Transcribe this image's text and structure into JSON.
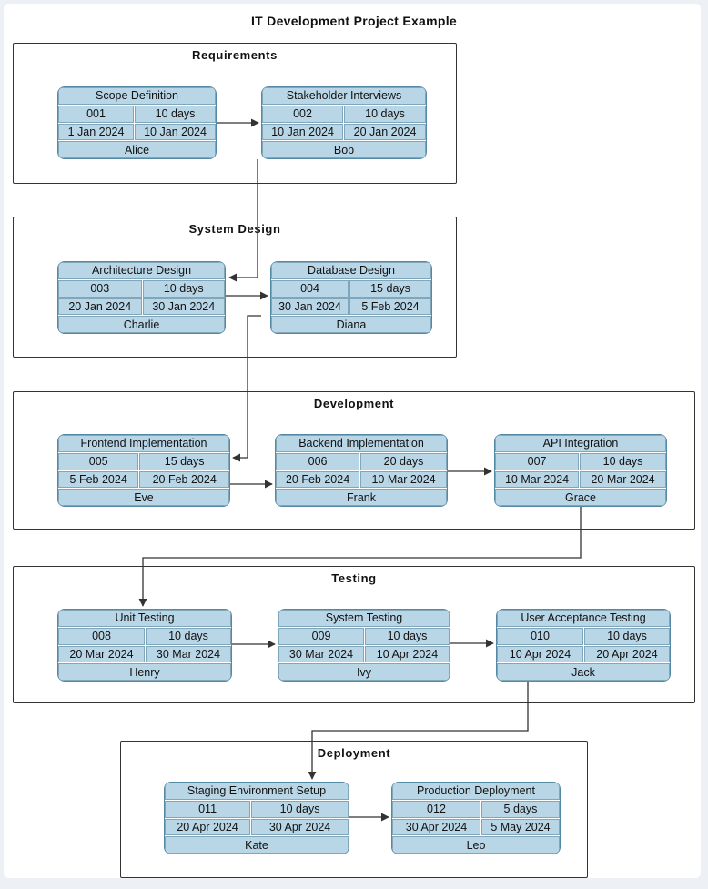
{
  "title": "IT Development Project Example",
  "colors": {
    "node_fill": "#b9d6e7",
    "node_border": "#5588a5",
    "cell_line": "#7fa6ba",
    "edge": "#333333",
    "section_border": "#333333",
    "background": "#ffffff",
    "page_margin": "#edf1f6"
  },
  "sections": [
    {
      "label": "Requirements",
      "tasks": [
        {
          "name": "Scope Definition",
          "id": "001",
          "duration": "10 days",
          "start": "1 Jan 2024",
          "end": "10 Jan 2024",
          "assignee": "Alice"
        },
        {
          "name": "Stakeholder Interviews",
          "id": "002",
          "duration": "10 days",
          "start": "10 Jan 2024",
          "end": "20 Jan 2024",
          "assignee": "Bob"
        }
      ]
    },
    {
      "label": "System Design",
      "tasks": [
        {
          "name": "Architecture Design",
          "id": "003",
          "duration": "10 days",
          "start": "20 Jan 2024",
          "end": "30 Jan 2024",
          "assignee": "Charlie"
        },
        {
          "name": "Database Design",
          "id": "004",
          "duration": "15 days",
          "start": "30 Jan 2024",
          "end": "5 Feb 2024",
          "assignee": "Diana"
        }
      ]
    },
    {
      "label": "Development",
      "tasks": [
        {
          "name": "Frontend Implementation",
          "id": "005",
          "duration": "15 days",
          "start": "5 Feb 2024",
          "end": "20 Feb 2024",
          "assignee": "Eve"
        },
        {
          "name": "Backend Implementation",
          "id": "006",
          "duration": "20 days",
          "start": "20 Feb 2024",
          "end": "10 Mar 2024",
          "assignee": "Frank"
        },
        {
          "name": "API Integration",
          "id": "007",
          "duration": "10 days",
          "start": "10 Mar 2024",
          "end": "20 Mar 2024",
          "assignee": "Grace"
        }
      ]
    },
    {
      "label": "Testing",
      "tasks": [
        {
          "name": "Unit Testing",
          "id": "008",
          "duration": "10 days",
          "start": "20 Mar 2024",
          "end": "30 Mar 2024",
          "assignee": "Henry"
        },
        {
          "name": "System Testing",
          "id": "009",
          "duration": "10 days",
          "start": "30 Mar 2024",
          "end": "10 Apr 2024",
          "assignee": "Ivy"
        },
        {
          "name": "User Acceptance Testing",
          "id": "010",
          "duration": "10 days",
          "start": "10 Apr 2024",
          "end": "20 Apr 2024",
          "assignee": "Jack"
        }
      ]
    },
    {
      "label": "Deployment",
      "tasks": [
        {
          "name": "Staging Environment Setup",
          "id": "011",
          "duration": "10 days",
          "start": "20 Apr 2024",
          "end": "30 Apr 2024",
          "assignee": "Kate"
        },
        {
          "name": "Production Deployment",
          "id": "012",
          "duration": "5 days",
          "start": "30 Apr 2024",
          "end": "5 May 2024",
          "assignee": "Leo"
        }
      ]
    }
  ],
  "edges": [
    {
      "from": "Scope Definition",
      "to": "Stakeholder Interviews"
    },
    {
      "from": "Stakeholder Interviews",
      "to": "Architecture Design"
    },
    {
      "from": "Architecture Design",
      "to": "Database Design"
    },
    {
      "from": "Database Design",
      "to": "Frontend Implementation"
    },
    {
      "from": "Frontend Implementation",
      "to": "Backend Implementation"
    },
    {
      "from": "Backend Implementation",
      "to": "API Integration"
    },
    {
      "from": "API Integration",
      "to": "Unit Testing"
    },
    {
      "from": "Unit Testing",
      "to": "System Testing"
    },
    {
      "from": "System Testing",
      "to": "User Acceptance Testing"
    },
    {
      "from": "User Acceptance Testing",
      "to": "Staging Environment Setup"
    },
    {
      "from": "Staging Environment Setup",
      "to": "Production Deployment"
    }
  ]
}
